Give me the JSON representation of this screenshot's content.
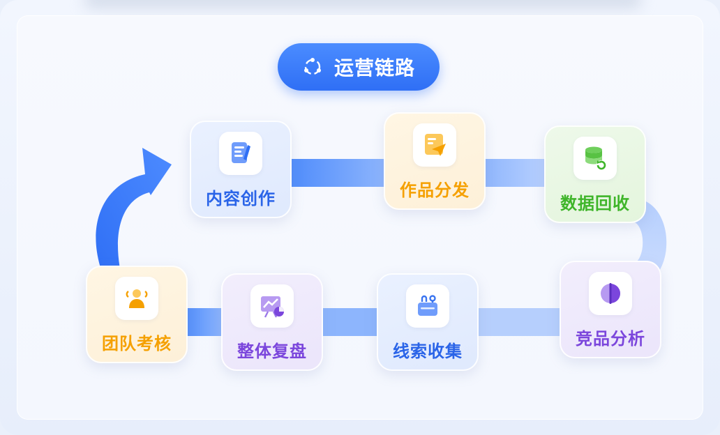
{
  "title": "运营链路",
  "nodes": [
    {
      "key": "content",
      "label": "内容创作",
      "icon": "document-pen-icon"
    },
    {
      "key": "publish",
      "label": "作品分发",
      "icon": "send-document-icon"
    },
    {
      "key": "data",
      "label": "数据回收",
      "icon": "database-refresh-icon"
    },
    {
      "key": "compete",
      "label": "竞品分析",
      "icon": "half-circle-icon"
    },
    {
      "key": "leads",
      "label": "线索收集",
      "icon": "basket-icon"
    },
    {
      "key": "review",
      "label": "整体复盘",
      "icon": "presentation-chart-icon"
    },
    {
      "key": "team",
      "label": "团队考核",
      "icon": "team-people-icon"
    }
  ],
  "colors": {
    "title_bg": "#3a7bfa",
    "link_blue": "#5b95fb",
    "blue": "#2a64e8",
    "orange": "#f5a000",
    "green": "#3fb52a",
    "purple": "#7b46dc"
  }
}
